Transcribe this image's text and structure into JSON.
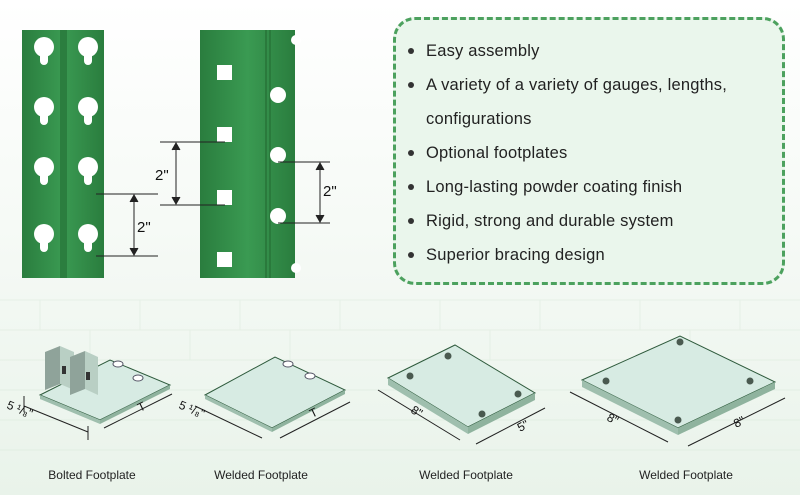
{
  "features": [
    {
      "text": "Easy assembly",
      "bullet": true
    },
    {
      "text": "A variety of a variety of gauges, lengths,",
      "bullet": true
    },
    {
      "text": "configurations",
      "bullet": false
    },
    {
      "text": "Optional footplates",
      "bullet": true
    },
    {
      "text": "Long-lasting powder coating finish",
      "bullet": true
    },
    {
      "text": "Rigid, strong and durable system",
      "bullet": true
    },
    {
      "text": "Superior bracing design",
      "bullet": true
    }
  ],
  "dimensions": {
    "teardrop_pitch": "2\"",
    "square_pitch": "2\"",
    "round_pitch": "2\""
  },
  "footplates": [
    {
      "caption": "Bolted Footplate",
      "dim_a": "5 ¹/₈\"",
      "dim_b": "T"
    },
    {
      "caption": "Welded Footplate",
      "dim_a": "5 ¹/₈\"",
      "dim_b": "T"
    },
    {
      "caption": "Welded Footplate",
      "dim_a": "8\"",
      "dim_b": "5\""
    },
    {
      "caption": "Welded Footplate",
      "dim_a": "8\"",
      "dim_b": "8\""
    }
  ],
  "colors": {
    "upright_green": "#2f8a45",
    "plate_fill": "#d7ebe3",
    "border_green": "#4ca15e"
  }
}
